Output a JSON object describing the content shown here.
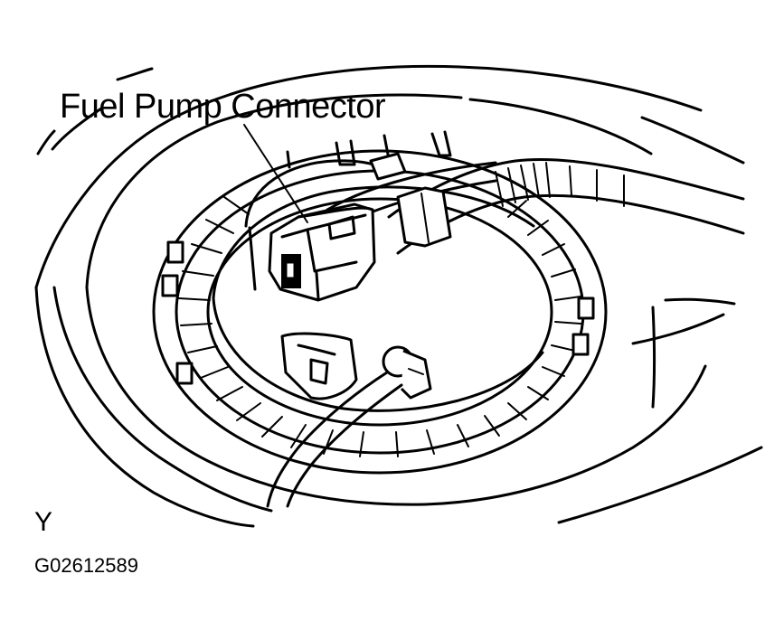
{
  "diagram": {
    "callout_label": "Fuel Pump Connector",
    "view_letter": "Y",
    "figure_id": "G02612589"
  },
  "colors": {
    "ink": "#000000",
    "paper": "#ffffff"
  }
}
